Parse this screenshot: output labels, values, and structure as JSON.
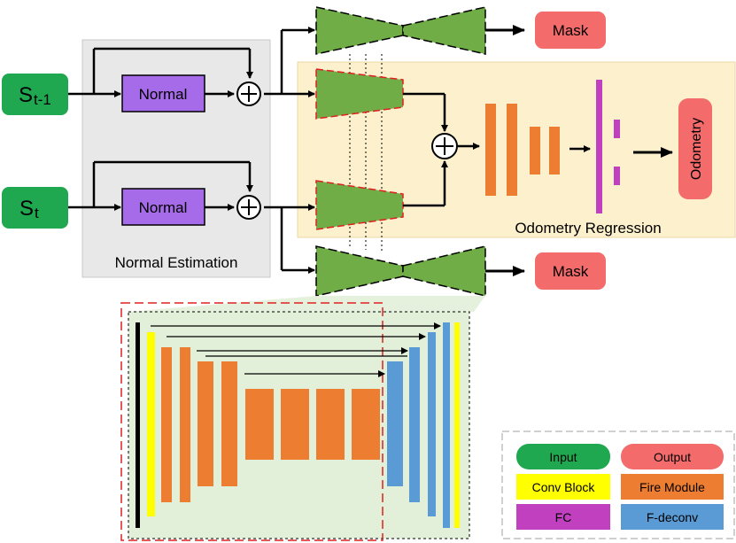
{
  "inputs": {
    "s_prev": {
      "main": "S",
      "sub": "t-1"
    },
    "s_curr": {
      "main": "S",
      "sub": "t"
    }
  },
  "normal_label": "Normal",
  "normal_estimation_label": "Normal Estimation",
  "odometry_regression_label": "Odometry Regression",
  "mask_label": "Mask",
  "odometry_label": "Odometry",
  "legend": [
    {
      "label": "Input",
      "color": "#1fa84f"
    },
    {
      "label": "Output",
      "color": "#f46b6b"
    },
    {
      "label": "Conv Block",
      "color": "#ffff00"
    },
    {
      "label": "Fire Module",
      "color": "#ed7d31"
    },
    {
      "label": "FC",
      "color": "#c040c0"
    },
    {
      "label": "F-deconv",
      "color": "#5b9bd5"
    }
  ],
  "colors": {
    "input": "#1fa84f",
    "output": "#f46b6b",
    "normal": "#a56be8",
    "encoder": "#70ad47",
    "conv_block": "#ffff00",
    "fire_module": "#ed7d31",
    "fc": "#c040c0",
    "deconv": "#5b9bd5",
    "normal_panel": "#e8e8e8",
    "odometry_panel": "#fdf0cc",
    "detail_panel": "#e2efd9"
  }
}
